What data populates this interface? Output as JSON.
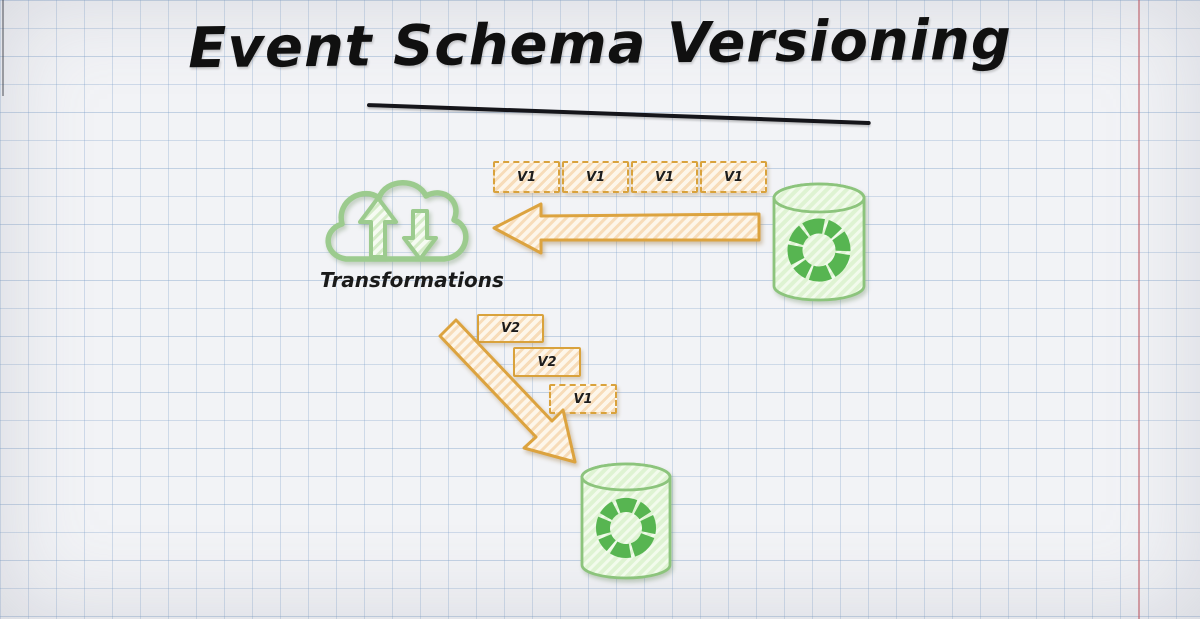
{
  "title": {
    "text": "Event Schema Versioning"
  },
  "transformations": {
    "label": "Transformations",
    "icon": "cloud-sync-icon"
  },
  "top_stream": {
    "description": "four v1 events flowing left from source database into transformations cloud",
    "arrow": "left-arrow",
    "events": [
      {
        "label": "V1",
        "border": "dashed"
      },
      {
        "label": "V1",
        "border": "dashed"
      },
      {
        "label": "V1",
        "border": "dashed"
      },
      {
        "label": "V1",
        "border": "dashed"
      }
    ]
  },
  "bottom_stream": {
    "description": "transformed events flowing down-right into destination database",
    "arrow": "down-right-arrow",
    "events": [
      {
        "label": "V2",
        "border": "solid"
      },
      {
        "label": "V2",
        "border": "solid"
      },
      {
        "label": "V1",
        "border": "dashed"
      }
    ]
  },
  "source_database": {
    "icon": "event-store-cylinder-icon"
  },
  "destination_database": {
    "icon": "event-store-cylinder-icon"
  },
  "colors": {
    "event_border": "#d9a23c",
    "event_fill_stripe": "#f7dcb9",
    "arrow_border": "#dca33f",
    "cloud_outline": "#9ccb8e",
    "database_outline": "#8cc47c",
    "database_fill": "#def3d2",
    "cycle_icon": "#57b551",
    "title_text": "#101010",
    "grid_line": "#7a9ec8",
    "margin_line": "#bb5a64",
    "paper": "#f2f3f6"
  }
}
